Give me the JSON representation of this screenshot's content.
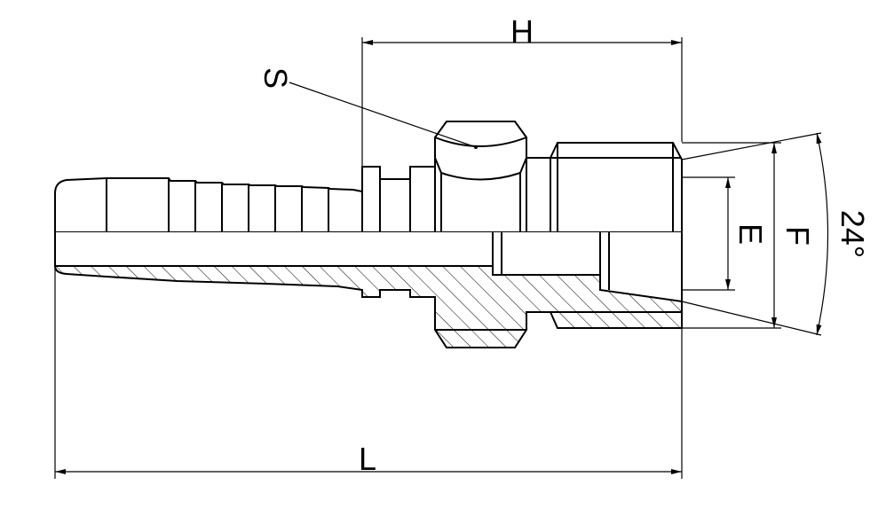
{
  "labels": {
    "H": "H",
    "S": "S",
    "L": "L",
    "E": "E",
    "F": "F",
    "angle": "24°"
  },
  "colors": {
    "ink": "#000000",
    "background": "#ffffff"
  }
}
